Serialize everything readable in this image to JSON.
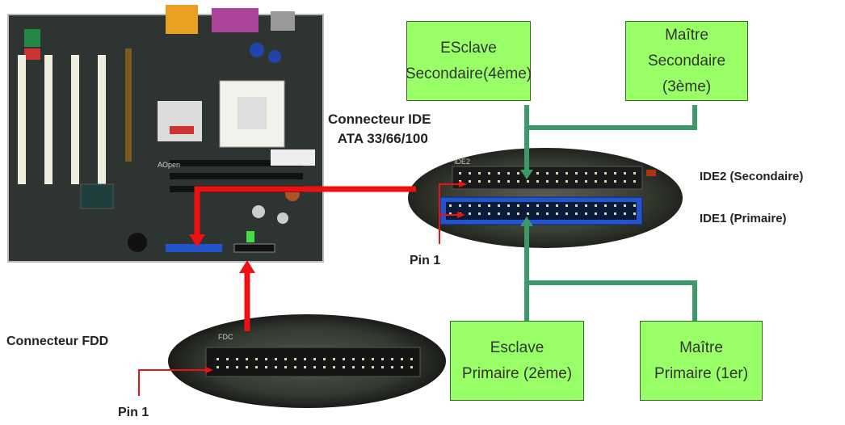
{
  "drives": {
    "secondary_slave": {
      "line1": "ESclave",
      "line2": "Secondaire(4ème)"
    },
    "secondary_master": {
      "line1": "Maître",
      "line2": "Secondaire (3ème)"
    },
    "primary_slave": {
      "line1": "Esclave",
      "line2": "Primaire (2ème)"
    },
    "primary_master": {
      "line1": "Maître",
      "line2": "Primaire (1er)"
    }
  },
  "labels": {
    "ide_connector_line1": "Connecteur IDE",
    "ide_connector_line2": "ATA 33/66/100",
    "ide2": "IDE2 (Secondaire)",
    "ide1": "IDE1 (Primaire)",
    "pin1_ide": "Pin 1",
    "fdd_connector": "Connecteur FDD",
    "pin1_fdd": "Pin 1"
  },
  "board_marks": {
    "ide2_silk": "IDE2",
    "fdc_silk": "FDC",
    "brand": "AOpen"
  },
  "colors": {
    "drive_fill": "#99ff66",
    "cable_green": "#3b9a6a",
    "arrow_red": "#ee1111",
    "ide2_connector": "#1a1a1a",
    "ide1_connector": "#2255cc"
  }
}
